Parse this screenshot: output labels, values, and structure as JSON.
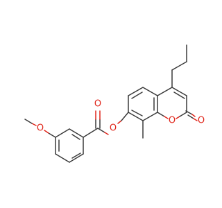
{
  "molecule": {
    "atom_labels": {
      "methoxy_oxygen": "O",
      "ester_carbonyl_oxygen": "O",
      "ester_bridge_oxygen": "O",
      "ring_oxygen": "O",
      "lactone_carbonyl_oxygen": "O"
    },
    "colors": {
      "bond": "#3a3a3a",
      "oxygen": "#e0251a",
      "background": "#ffffff"
    }
  }
}
